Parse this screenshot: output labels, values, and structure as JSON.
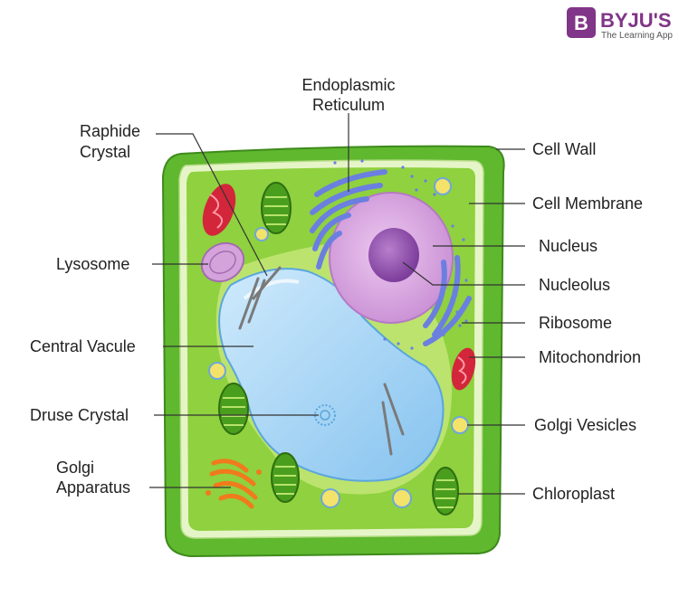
{
  "brand": {
    "name": "BYJU'S",
    "tagline": "The Learning App",
    "logo_letter": "B",
    "color": "#813588"
  },
  "labels": {
    "endoplasmic_reticulum_line1": "Endoplasmic",
    "endoplasmic_reticulum_line2": "Reticulum",
    "raphide_crystal_line1": "Raphide",
    "raphide_crystal_line2": "Crystal",
    "cell_wall": "Cell Wall",
    "cell_membrane": "Cell Membrane",
    "nucleus": "Nucleus",
    "lysosome": "Lysosome",
    "nucleolus": "Nucleolus",
    "ribosome": "Ribosome",
    "central_vacuole": "Central Vacule",
    "mitochondrion": "Mitochondrion",
    "druse_crystal": "Druse Crystal",
    "golgi_vesicles": "Golgi Vesicles",
    "golgi_apparatus_line1": "Golgi",
    "golgi_apparatus_line2": "Apparatus",
    "chloroplast": "Chloroplast"
  },
  "colors": {
    "cell_wall": "#5fb82e",
    "cell_membrane": "#e6f5c8",
    "cytoplasm": "#8fd13f",
    "vacuole": "#a9d8f5",
    "nucleus": "#d9a6e0",
    "nucleolus": "#9a5bb4",
    "er": "#6b7fe0",
    "mitochondrion": "#d3263a",
    "chloroplast": "#4a9e1e",
    "golgi": "#f07a1c",
    "vesicle": "#f3e36a"
  }
}
